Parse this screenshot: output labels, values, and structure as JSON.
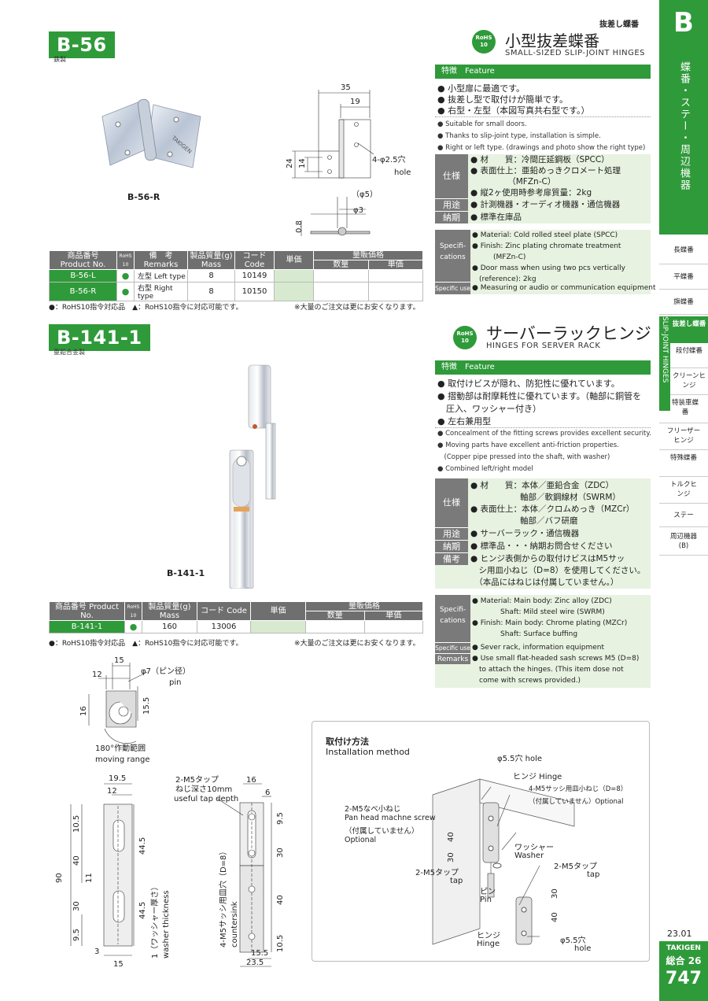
{
  "header": {
    "category": "抜差し蝶番"
  },
  "sidebar": {
    "letter": "B",
    "vertical_title": "蝶番・ステー・周辺機器",
    "strip_en": "SLIP-JOINT HINGES",
    "items": [
      {
        "label": "長蝶番"
      },
      {
        "label": "平蝶番"
      },
      {
        "label": "旗蝶番"
      },
      {
        "label": "抜差し蝶番"
      },
      {
        "label": "段付蝶番"
      },
      {
        "label": "クリーンヒンジ"
      },
      {
        "label": "特装車蝶番"
      },
      {
        "label": "フリーザーヒンジ"
      },
      {
        "label": "特殊蝶番"
      },
      {
        "label": "トルクヒンジ"
      },
      {
        "label": "ステー"
      },
      {
        "label": "周辺機器(B)"
      }
    ]
  },
  "footer": {
    "date": "23.01",
    "brand": "TAKIGEN",
    "sogo": "総合 26",
    "page": "747"
  },
  "b56": {
    "code": "B-56",
    "material": "鉄製",
    "rohs": "RoHS 10",
    "title_jp": "小型抜差蝶番",
    "title_en": "SMALL-SIZED SLIP-JOINT HINGES",
    "photo_label": "B-56-R",
    "feature_bar": "特徴　Feature",
    "features_jp": [
      "● 小型扉に最適です。",
      "● 抜差し型で取付けが簡単です。",
      "● 右型・左型（本図写真共右型です。）"
    ],
    "features_en": [
      "● Suitable for small doors.",
      "● Thanks to slip-joint type, installation is simple.",
      "● Right or left type. (drawings and photo show the right type)"
    ],
    "spec_jp": {
      "shiyou_label": "仕様",
      "shiyou": [
        "● 材　　質：冷間圧延鋼板（SPCC）",
        "● 表面仕上：亜鉛めっきクロメート処理",
        "　　　　　（MFZn-C）",
        "● 縦2ヶ使用時参考扉質量：2kg"
      ],
      "youto_label": "用途",
      "youto": "● 計測機器・オーディオ機器・通信機器",
      "nouki_label": "納期",
      "nouki": "● 標準在庫品"
    },
    "spec_en": {
      "label": "Specifi-cations",
      "lines": [
        "● Material: Cold rolled steel plate (SPCC)",
        "● Finish: Zinc plating chromate treatment",
        "　　　(MFZn-C)",
        "● Door mass when using two pcs vertically",
        "　(reference): 2kg"
      ],
      "use_label": "Specific use",
      "use": "● Measuring or audio or communication equipment"
    },
    "dims": {
      "d35": "35",
      "d19": "19",
      "d24": "24",
      "d14": "14",
      "hole": "4-φ2.5穴",
      "hole_en": "hole",
      "phi5": "（φ5）",
      "phi3": "φ3",
      "d08": "0.8"
    },
    "table": {
      "headers": [
        "商品番号 Product No.",
        "RoHS 10",
        "備　考 Remarks",
        "製品質量(g) Mass",
        "コード Code",
        "単価",
        "量販価格",
        "数量",
        "単価"
      ],
      "rows": [
        {
          "no": "B-56-L",
          "rohs": "●",
          "remarks": "左型 Left type",
          "mass": "8",
          "code": "10149"
        },
        {
          "no": "B-56-R",
          "rohs": "●",
          "remarks": "右型 Right type",
          "mass": "8",
          "code": "10150"
        }
      ]
    },
    "note_left": "●：RoHS10指令対応品　▲：RoHS10指令に対応可能です。",
    "note_right": "※大量のご注文は更にお安くなります。"
  },
  "b141": {
    "code": "B-141-1",
    "material": "亜鉛合金製",
    "rohs": "RoHS 10",
    "title_jp": "サーバーラックヒンジ",
    "title_en": "HINGES FOR SERVER RACK",
    "photo_label": "B-141-1",
    "feature_bar": "特徴　Feature",
    "features_jp": [
      "● 取付けビスが隠れ、防犯性に優れています。",
      "● 摺動部は耐摩耗性に優れています。（軸部に銅管を",
      "　圧入、ワッシャー付き）",
      "● 左右兼用型"
    ],
    "features_en": [
      "● Concealment of the fitting screws provides excellent security.",
      "● Moving parts have excellent anti-friction properties.",
      "　(Copper pipe pressed into the shaft, with washer)",
      "● Combined left/right model"
    ],
    "spec_jp": {
      "shiyou_label": "仕様",
      "shiyou": [
        "● 材　　質：本体／亜鉛合金（ZDC）",
        "　　　　　　軸部／軟鋼線材（SWRM）",
        "● 表面仕上：本体／クロムめっき（MZCr）",
        "　　　　　　軸部／バフ研磨"
      ],
      "youto_label": "用途",
      "youto": "● サーバーラック・通信機器",
      "nouki_label": "納期",
      "nouki": "● 標準品・・・納期お問合せください",
      "bikou_label": "備考",
      "bikou": [
        "● ヒンジ表側からの取付けビスはM5サッ",
        "　シ用皿小ねじ（D=8）を使用してください。",
        "　（本品にはねじは付属していません。）"
      ]
    },
    "spec_en": {
      "label": "Specifi-cations",
      "lines": [
        "● Material: Main body: Zinc alloy (ZDC)",
        "　　　　Shaft: Mild steel wire (SWRM)",
        "● Finish: Main body: Chrome plating (MZCr)",
        "　　　　Shaft: Surface buffing"
      ],
      "use_label": "Specific use",
      "use": "● Sever rack, information equipment",
      "remarks_label": "Remarks",
      "remarks": [
        "● Use small flat-headed sash screws M5 (D=8)",
        "　to attach the hinges. (This item dose not",
        "　come with screws provided.)"
      ]
    },
    "table": {
      "headers": [
        "商品番号 Product No.",
        "RoHS 10",
        "製品質量(g) Mass",
        "コード Code",
        "単価",
        "量販価格",
        "数量",
        "単価"
      ],
      "rows": [
        {
          "no": "B-141-1",
          "rohs": "●",
          "mass": "160",
          "code": "13006"
        }
      ]
    },
    "note_left": "●：RoHS10指令対応品　▲：RoHS10指令に対応可能です。",
    "note_right": "※大量のご注文は更にお安くなります。",
    "top_dims": {
      "d15": "15",
      "d12": "12",
      "pin": "φ7（ピン径）",
      "pin_en": "pin",
      "d155": "15.5",
      "d16": "16",
      "range": "180°作動範囲",
      "range_en": "moving range"
    },
    "front_dims": {
      "d195": "19.5",
      "d12": "12",
      "d105": "10.5",
      "d40": "40",
      "d445a": "44.5",
      "d90": "90",
      "d11": "11",
      "d30": "30",
      "d445b": "44.5",
      "d95": "9.5",
      "d3": "3",
      "d15": "15",
      "washer": "1（ワッシャー厚さ）",
      "washer_en": "washer thickness"
    },
    "side_dims": {
      "tap": "2-M5タップ",
      "tap2": "ねじ深さ10mm",
      "tap_en": "useful tap depth",
      "d16": "16",
      "d6": "6",
      "d95": "9.5",
      "d30": "30",
      "d40": "40",
      "csk": "4-M5サッシ用皿穴（D=8）",
      "csk_en": "countersink",
      "d155": "15.5",
      "d105": "10.5",
      "d235": "23.5"
    },
    "install": {
      "title": "取付け方法",
      "title_en": "Installation method",
      "hole_top": "φ5.5穴 hole",
      "hinge_top": "ヒンジ Hinge",
      "sash": "4-M5サッシ用皿小ねじ（D=8）",
      "sash2": "（付属していません）Optional",
      "pan": "2-M5なべ小ねじ",
      "pan_en": "Pan head machne screw",
      "pan2": "（付属していません）",
      "pan3": "Optional",
      "washer": "ワッシャー",
      "washer_en": "Washer",
      "tap_left": "2-M5タップ",
      "tap_left_en": "tap",
      "tap_right": "2-M5タップ",
      "tap_right_en": "tap",
      "pin": "ピン",
      "pin_en": "Pin",
      "hinge_bot": "ヒンジ",
      "hinge_bot_en": "Hinge",
      "hole_bot": "φ5.5穴",
      "hole_bot_en": "hole",
      "d40a": "40",
      "d30a": "30",
      "d30b": "30",
      "d40b": "40"
    }
  }
}
